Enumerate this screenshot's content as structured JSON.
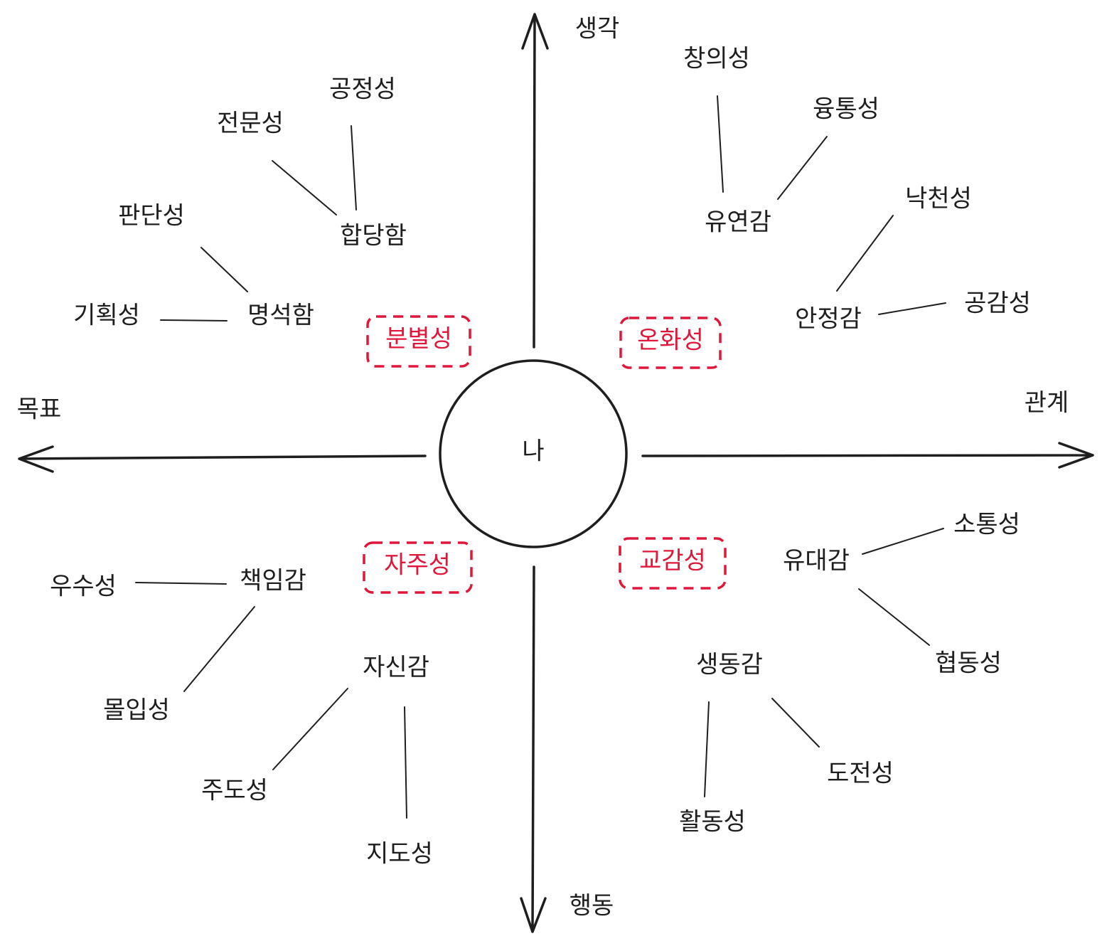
{
  "center": "나",
  "axes": {
    "up": "생각",
    "down": "행동",
    "left": "목표",
    "right": "관계"
  },
  "core_traits": {
    "top_left": "분별성",
    "top_right": "온화성",
    "bottom_left": "자주성",
    "bottom_right": "교감성"
  },
  "accent_color": "#e0173a",
  "top_left": [
    "공정성",
    "전문성",
    "판단성",
    "합당함",
    "기획성",
    "명석함"
  ],
  "top_right": [
    "창의성",
    "융통성",
    "유연감",
    "낙천성",
    "안정감",
    "공감성"
  ],
  "bottom_left": [
    "우수성",
    "책임감",
    "몰입성",
    "자신감",
    "주도성",
    "지도성"
  ],
  "bottom_right": [
    "소통성",
    "유대감",
    "협동성",
    "생동감",
    "도전성",
    "활동성"
  ]
}
